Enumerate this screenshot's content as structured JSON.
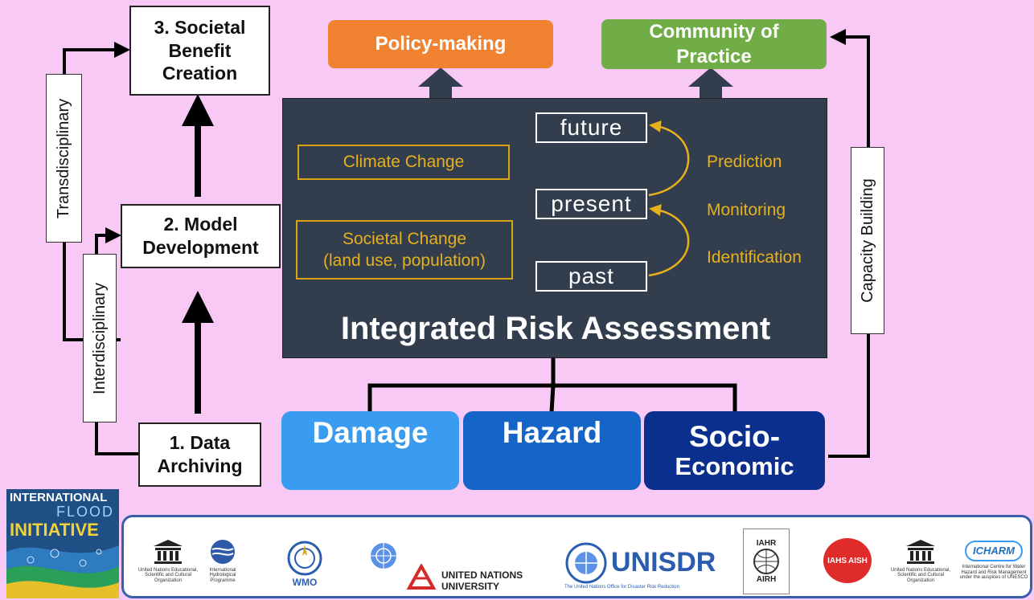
{
  "nodes": {
    "benefit": "3. Societal Benefit Creation",
    "benefit_lines": [
      "3. Societal",
      "Benefit",
      "Creation"
    ],
    "model_lines": [
      "2. Model",
      "Development"
    ],
    "data_lines": [
      "1. Data",
      "Archiving"
    ]
  },
  "side_labels": {
    "transdisciplinary": "Transdisciplinary",
    "interdisciplinary": "Interdisciplinary",
    "capacity": "Capacity  Building"
  },
  "outputs": {
    "policy": "Policy-making",
    "community_lines": [
      "Community of",
      "Practice"
    ]
  },
  "assessment": {
    "title": "Integrated Risk Assessment",
    "climate": "Climate Change",
    "societal_lines": [
      "Societal Change",
      "(land use, population)"
    ],
    "timeline": {
      "future": "future",
      "present": "present",
      "past": "past"
    },
    "processes": {
      "prediction": "Prediction",
      "monitoring": "Monitoring",
      "identification": "Identification"
    }
  },
  "categories": {
    "damage": "Damage",
    "hazard": "Hazard",
    "socio_lines": [
      "Socio-",
      "Economic"
    ]
  },
  "colors": {
    "background": "#f8c9f5",
    "policy": "#f08232",
    "community": "#70ad47",
    "assessment": "#323d4d",
    "accent_yellow": "#e7b11c",
    "damage": "#3a9cf0",
    "hazard": "#1565c8",
    "socio": "#0b2f8c"
  },
  "ifi": {
    "line1": "INTERNATIONAL",
    "line2": "FLOOD",
    "line3": "INITIATIVE"
  },
  "partners": {
    "unesco1": "United Nations Educational, Scientific and Cultural Organization",
    "ihp": "International Hydrological Programme",
    "wmo": "WMO",
    "unu": "UNITED NATIONS UNIVERSITY",
    "unisdr": "UNISDR",
    "unisdr_sub": "The United Nations Office for Disaster Risk Reduction",
    "iahr": "IAHR",
    "airh": "AIRH",
    "iahs": "IAHS",
    "aish": "AISH",
    "unesco2": "United Nations Educational, Scientific and Cultural Organization",
    "icharm": "ICHARM",
    "icharm_sub": "International Centre for Water Hazard and Risk Management under the auspices of UNESCO"
  }
}
